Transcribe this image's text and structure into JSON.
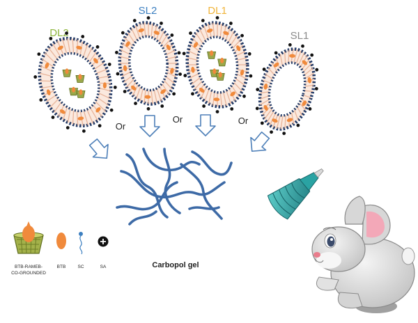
{
  "vesicles": {
    "dl2": {
      "label": "DL2",
      "color": "#8db53c"
    },
    "sl2": {
      "label": "SL2",
      "color": "#3c7fc0"
    },
    "dl1": {
      "label": "DL1",
      "color": "#f0b43a"
    },
    "sl1": {
      "label": "SL1",
      "color": "#8a8a8a"
    }
  },
  "connectors": [
    "Or",
    "Or",
    "Or"
  ],
  "gel_label": "Carbopol gel",
  "legend": [
    {
      "label": "BTB-RAMEB-\nCO-GROUNDED",
      "icon": "cyclodextrin-complex-icon"
    },
    {
      "label": "BTB",
      "icon": "btb-drug-icon"
    },
    {
      "label": "SC",
      "icon": "sodium-cholate-icon"
    },
    {
      "label": "SA",
      "icon": "stearylamine-icon"
    }
  ],
  "colors": {
    "membrane_head": "#233a66",
    "membrane_tail": "#e8b49a",
    "drug": "#f08a3c",
    "complex": "#9aa84a",
    "arrow": "#4d7fb8",
    "gel": "#3d6aa6",
    "dropper": "#2e9ea0"
  }
}
